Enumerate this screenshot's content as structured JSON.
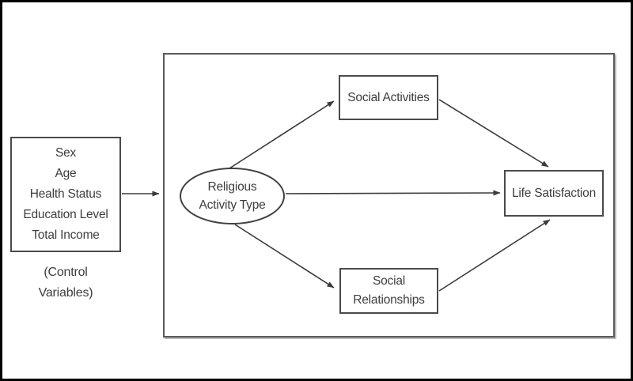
{
  "figure": {
    "control_box": {
      "lines": [
        "Sex",
        "Age",
        "Health Status",
        "Education Level",
        "Total Income"
      ],
      "caption_lines": [
        "(Control",
        "Variables)"
      ]
    },
    "nodes": {
      "religious_activity_type": {
        "shape": "ellipse",
        "lines": [
          "Religious",
          "Activity Type"
        ]
      },
      "social_activities": {
        "shape": "rect",
        "label": "Social Activities"
      },
      "life_satisfaction": {
        "shape": "rect",
        "label": "Life Satisfaction"
      },
      "social_relationships": {
        "shape": "rect",
        "lines": [
          "Social",
          "Relationships"
        ]
      }
    },
    "edges": [
      {
        "from": "control_variables",
        "to": "model_frame"
      },
      {
        "from": "religious_activity_type",
        "to": "social_activities"
      },
      {
        "from": "religious_activity_type",
        "to": "life_satisfaction"
      },
      {
        "from": "religious_activity_type",
        "to": "social_relationships"
      },
      {
        "from": "social_activities",
        "to": "life_satisfaction"
      },
      {
        "from": "social_relationships",
        "to": "life_satisfaction"
      }
    ],
    "colors": {
      "background": "#ffffff",
      "outer_border": "#000000",
      "frame_border": "#5a5a5a",
      "box_border": "#4a4a4a",
      "text": "#3d3d3d",
      "arrow": "#3a3a3a"
    }
  }
}
